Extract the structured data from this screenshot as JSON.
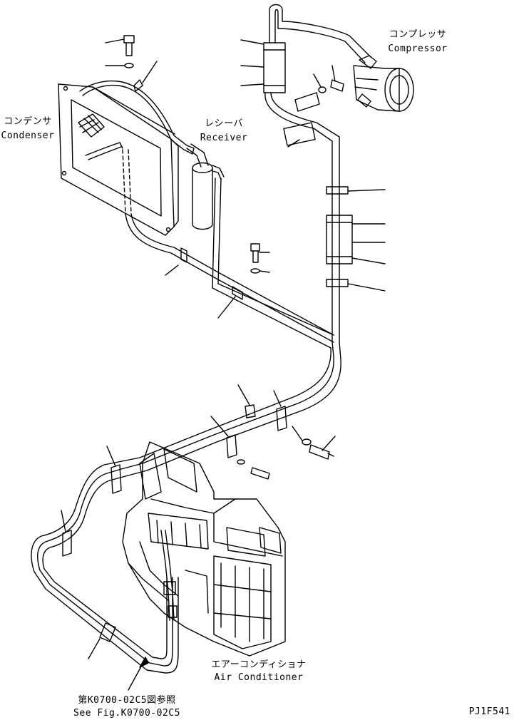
{
  "labels": {
    "compressor_jp": "コンプレッサ",
    "compressor_en": "Compressor",
    "condenser_jp": "コンデンサ",
    "condenser_en": "Condenser",
    "receiver_jp": "レシーバ",
    "receiver_en": "Receiver",
    "aircon_jp": "エアーコンディショナ",
    "aircon_en": "Air Conditioner",
    "ref_jp": "第K0700-02C5図参照",
    "ref_en": "See Fig.K0700-02C5",
    "drawing_id": "PJ1F541"
  },
  "colors": {
    "ink": "#000000",
    "paper": "#ffffff"
  }
}
